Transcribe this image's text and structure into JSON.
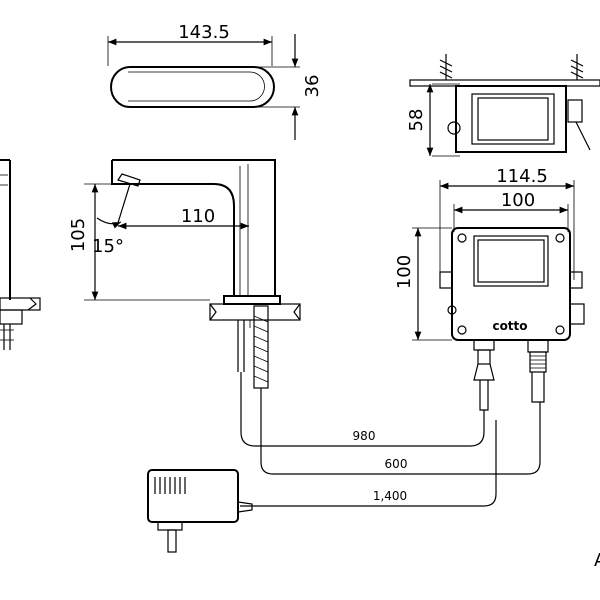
{
  "spout_top_view": {
    "width": "143.5",
    "height": "36"
  },
  "control_box_side": {
    "height": "58"
  },
  "faucet_side": {
    "height": "105",
    "reach": "110",
    "angle": "15°"
  },
  "control_box_front": {
    "outer_width": "114.5",
    "inner_width": "100",
    "height": "100",
    "brand": "cotto"
  },
  "cables": {
    "hose_a": "980",
    "hose_b": "600",
    "power_cord": "1,400"
  },
  "corner_letter": "A"
}
